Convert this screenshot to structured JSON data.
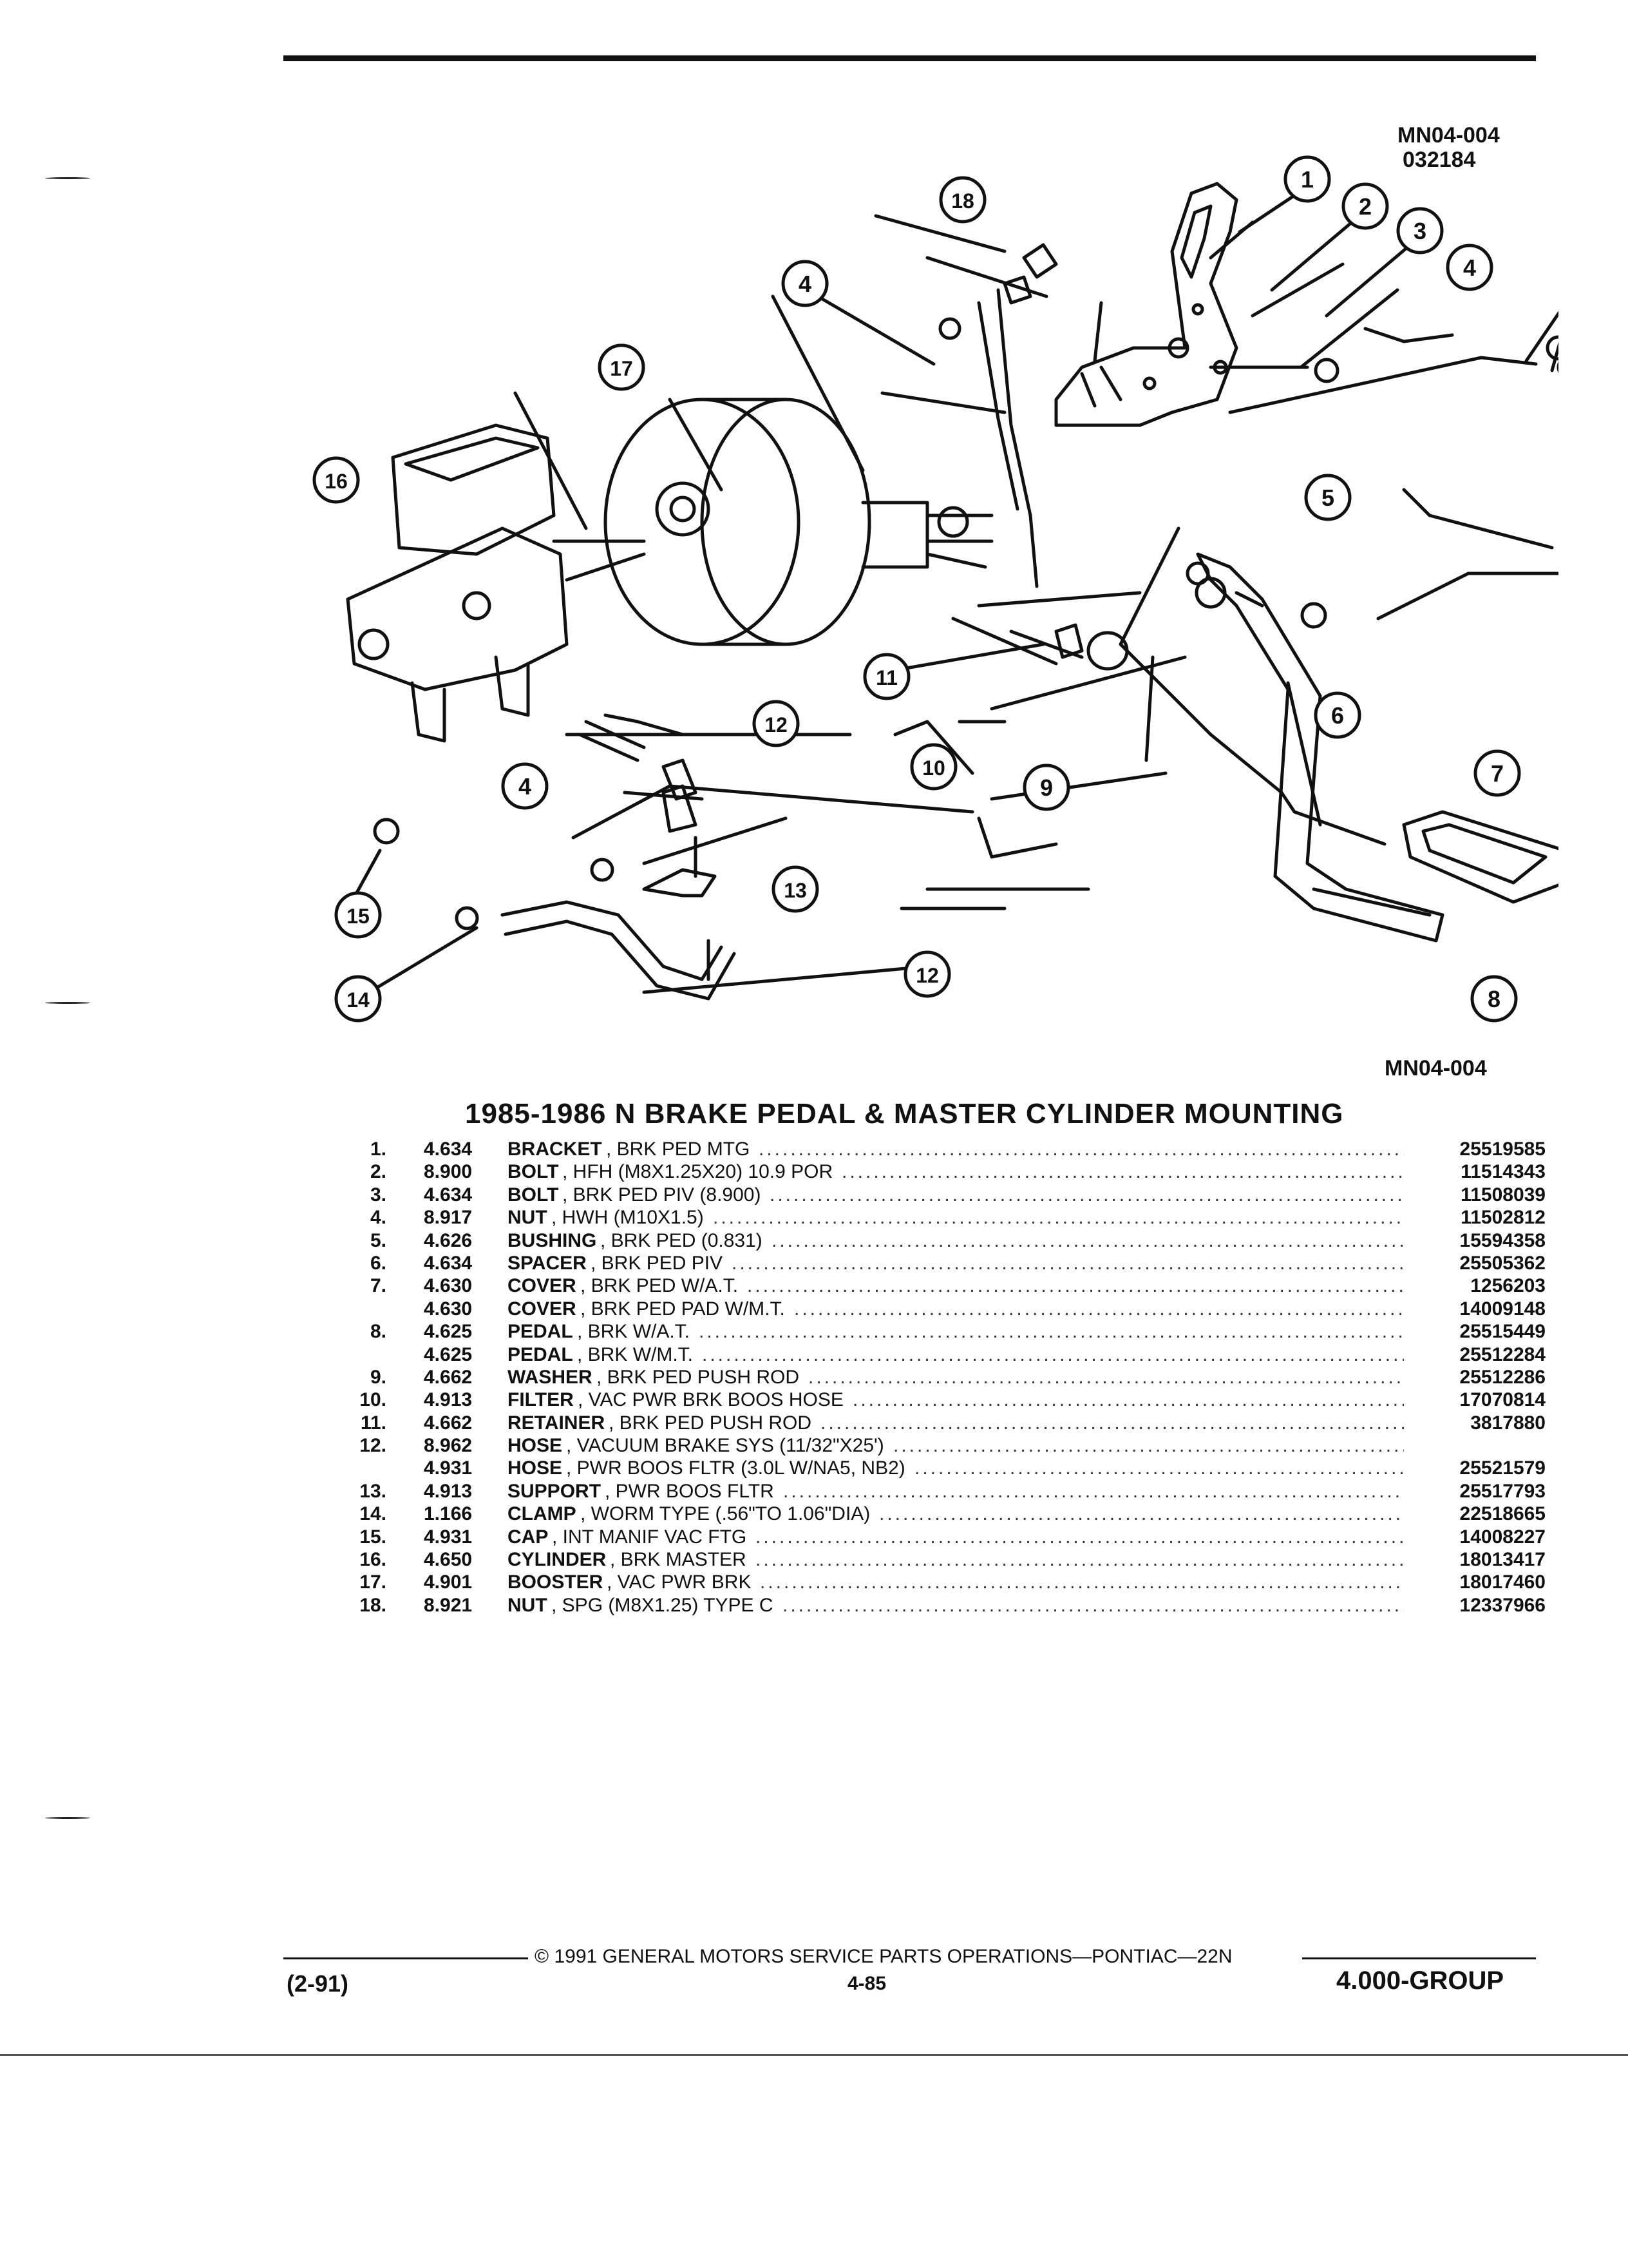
{
  "header": {
    "code_line1": "MN04-004",
    "code_line2": "032184"
  },
  "figure_code": "MN04-004",
  "title": "1985-1986 N BRAKE PEDAL & MASTER CYLINDER MOUNTING",
  "callouts": [
    "1",
    "2",
    "3",
    "4",
    "4",
    "4",
    "5",
    "6",
    "7",
    "8",
    "9",
    "10",
    "11",
    "12",
    "12",
    "13",
    "14",
    "15",
    "16",
    "17",
    "18"
  ],
  "parts": [
    {
      "ref": "1.",
      "group": "4.634",
      "name": "BRACKET",
      "desc": ", BRK PED MTG",
      "part_no": "25519585"
    },
    {
      "ref": "2.",
      "group": "8.900",
      "name": "BOLT",
      "desc": ", HFH (M8X1.25X20) 10.9 POR",
      "part_no": "11514343"
    },
    {
      "ref": "3.",
      "group": "4.634",
      "name": "BOLT",
      "desc": ", BRK PED PIV (8.900)",
      "part_no": "11508039"
    },
    {
      "ref": "4.",
      "group": "8.917",
      "name": "NUT",
      "desc": ", HWH (M10X1.5)",
      "part_no": "11502812"
    },
    {
      "ref": "5.",
      "group": "4.626",
      "name": "BUSHING",
      "desc": ", BRK PED (0.831)",
      "part_no": "15594358"
    },
    {
      "ref": "6.",
      "group": "4.634",
      "name": "SPACER",
      "desc": ", BRK PED PIV",
      "part_no": "25505362"
    },
    {
      "ref": "7.",
      "group": "4.630",
      "name": "COVER",
      "desc": ", BRK PED W/A.T.",
      "part_no": "1256203"
    },
    {
      "ref": "",
      "group": "4.630",
      "name": "COVER",
      "desc": ", BRK PED PAD W/M.T.",
      "part_no": "14009148"
    },
    {
      "ref": "8.",
      "group": "4.625",
      "name": "PEDAL",
      "desc": ", BRK W/A.T.",
      "part_no": "25515449"
    },
    {
      "ref": "",
      "group": "4.625",
      "name": "PEDAL",
      "desc": ", BRK W/M.T.",
      "part_no": "25512284"
    },
    {
      "ref": "9.",
      "group": "4.662",
      "name": "WASHER",
      "desc": ", BRK PED PUSH ROD",
      "part_no": "25512286"
    },
    {
      "ref": "10.",
      "group": "4.913",
      "name": "FILTER",
      "desc": ", VAC PWR BRK BOOS HOSE",
      "part_no": "17070814"
    },
    {
      "ref": "11.",
      "group": "4.662",
      "name": "RETAINER",
      "desc": ", BRK PED PUSH ROD",
      "part_no": "3817880"
    },
    {
      "ref": "12.",
      "group": "8.962",
      "name": "HOSE",
      "desc": ", VACUUM BRAKE SYS (11/32\"X25')",
      "part_no": ""
    },
    {
      "ref": "",
      "group": "4.931",
      "name": "HOSE",
      "desc": ", PWR BOOS FLTR (3.0L W/NA5, NB2)",
      "part_no": "25521579"
    },
    {
      "ref": "13.",
      "group": "4.913",
      "name": "SUPPORT",
      "desc": ", PWR BOOS FLTR",
      "part_no": "25517793"
    },
    {
      "ref": "14.",
      "group": "1.166",
      "name": "CLAMP",
      "desc": ", WORM TYPE (.56\"TO 1.06\"DIA)",
      "part_no": "22518665"
    },
    {
      "ref": "15.",
      "group": "4.931",
      "name": "CAP",
      "desc": ", INT MANIF VAC FTG",
      "part_no": "14008227"
    },
    {
      "ref": "16.",
      "group": "4.650",
      "name": "CYLINDER",
      "desc": ", BRK MASTER",
      "part_no": "18013417"
    },
    {
      "ref": "17.",
      "group": "4.901",
      "name": "BOOSTER",
      "desc": ", VAC PWR BRK",
      "part_no": "18017460"
    },
    {
      "ref": "18.",
      "group": "8.921",
      "name": "NUT",
      "desc": ", SPG (M8X1.25) TYPE C",
      "part_no": "12337966"
    }
  ],
  "footer": {
    "copyright_symbol": "©",
    "center": "1991 GENERAL MOTORS SERVICE PARTS OPERATIONS—PONTIAC—22N",
    "page": "4-85",
    "date": "(2-91)",
    "group": "4.000-GROUP"
  },
  "colors": {
    "ink": "#111111",
    "paper": "#ffffff"
  }
}
